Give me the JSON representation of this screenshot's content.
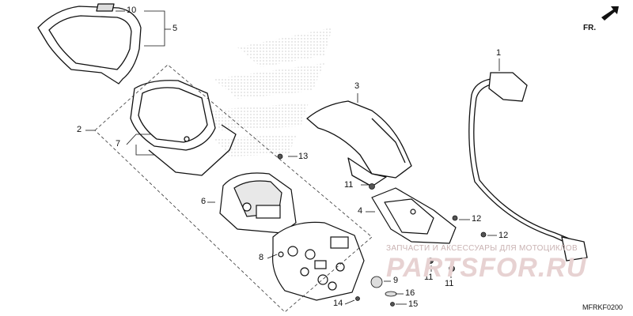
{
  "callouts": [
    {
      "id": "c1",
      "text": "1"
    },
    {
      "id": "c2",
      "text": "2"
    },
    {
      "id": "c3",
      "text": "3"
    },
    {
      "id": "c4",
      "text": "4"
    },
    {
      "id": "c5",
      "text": "5"
    },
    {
      "id": "c6",
      "text": "6"
    },
    {
      "id": "c7",
      "text": "7"
    },
    {
      "id": "c8",
      "text": "8"
    },
    {
      "id": "c9",
      "text": "9"
    },
    {
      "id": "c10",
      "text": "10"
    },
    {
      "id": "c11a",
      "text": "11"
    },
    {
      "id": "c11b",
      "text": "11"
    },
    {
      "id": "c11c",
      "text": "11"
    },
    {
      "id": "c12a",
      "text": "12"
    },
    {
      "id": "c12b",
      "text": "12"
    },
    {
      "id": "c13",
      "text": "13"
    },
    {
      "id": "c14",
      "text": "14"
    },
    {
      "id": "c15",
      "text": "15"
    },
    {
      "id": "c16",
      "text": "16"
    }
  ],
  "direction_label": "FR.",
  "diagram_code": "MFRKF0200",
  "watermark": {
    "caption": "ЗАПЧАСТИ И АКСЕССУАРЫ ДЛЯ МОТОЦИКЛОВ",
    "logo": "PARTSFOR.RU"
  }
}
